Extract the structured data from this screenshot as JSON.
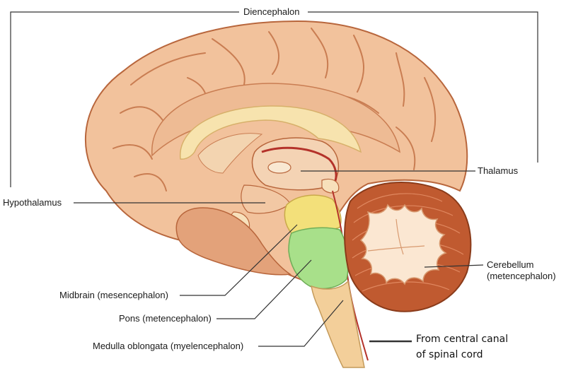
{
  "labels": {
    "diencephalon": "Diencephalon",
    "thalamus": "Thalamus",
    "hypothalamus": "Hypothalamus",
    "cerebellum_line1": "Cerebellum",
    "cerebellum_line2": "(metencephalon)",
    "midbrain": "Midbrain (mesencephalon)",
    "pons": "Pons (metencephalon)",
    "medulla": "Medulla oblongata (myelencephalon)",
    "central_canal_line1": "From central canal",
    "central_canal_line2": "of spinal cord"
  },
  "colors": {
    "cerebrum": "#f2c29c",
    "cerebrum_shade": "#d98f68",
    "cerebrum_outline": "#b8663c",
    "corpus_callosum": "#f7e3ae",
    "midbrain": "#f3e07a",
    "pons": "#a8e08a",
    "medulla": "#f3cf9a",
    "cerebellum": "#c05a30",
    "arbor_vitae": "#fbe7d2",
    "leader_line": "#333333"
  }
}
